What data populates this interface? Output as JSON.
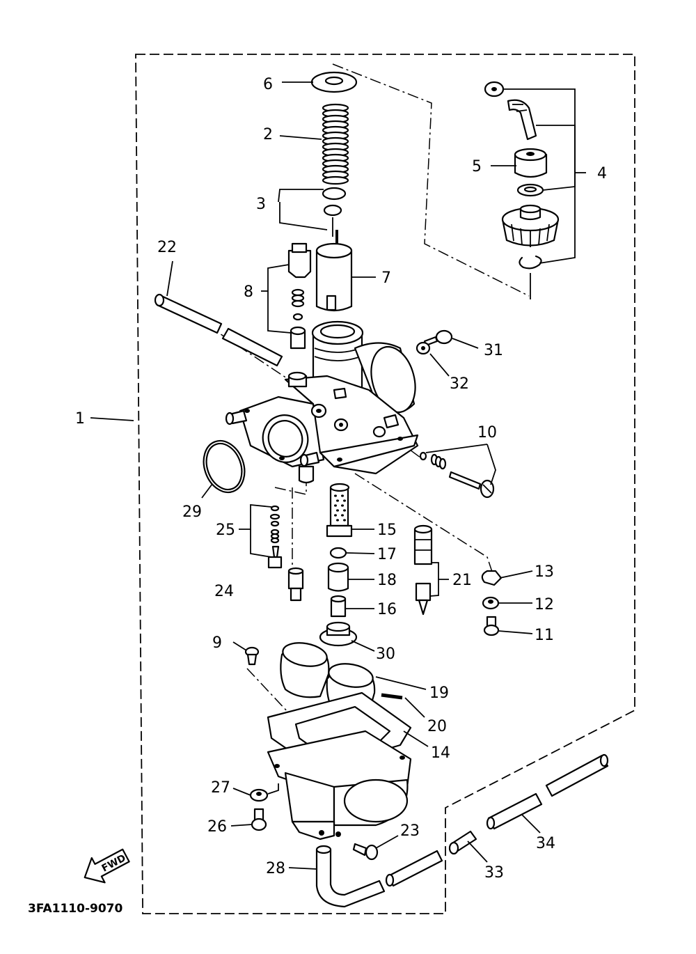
{
  "diagram": {
    "part_code": "3FA1110-9070",
    "fwd_label": "FWD",
    "callouts": {
      "c1": "1",
      "c2": "2",
      "c3": "3",
      "c4": "4",
      "c5": "5",
      "c6": "6",
      "c7": "7",
      "c8": "8",
      "c9": "9",
      "c10": "10",
      "c11": "11",
      "c12": "12",
      "c13": "13",
      "c14": "14",
      "c15": "15",
      "c16": "16",
      "c17": "17",
      "c18": "18",
      "c19": "19",
      "c20": "20",
      "c21": "21",
      "c22": "22",
      "c23": "23",
      "c24": "24",
      "c25": "25",
      "c26": "26",
      "c27": "27",
      "c28": "28",
      "c29": "29",
      "c30": "30",
      "c31": "31",
      "c32": "32",
      "c33": "33",
      "c34": "34"
    }
  }
}
